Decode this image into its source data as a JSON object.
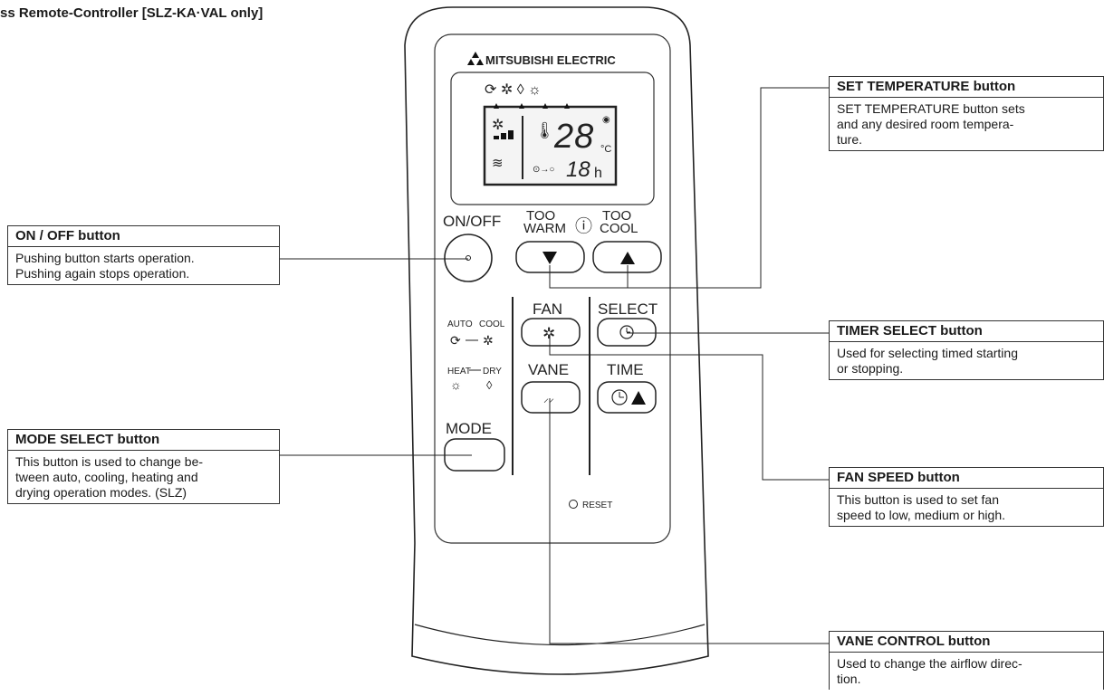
{
  "heading": "ss Remote-Controller [SLZ-KA·VAL only]",
  "remote": {
    "brand": "MITSUBISHI ELECTRIC",
    "lcd": {
      "temperature": "28",
      "unit": "°C",
      "timer": "18",
      "timer_unit": "h"
    },
    "labels": {
      "on_off": "ON/OFF",
      "too_warm": [
        "TOO",
        "WARM"
      ],
      "too_cool": [
        "TOO",
        "COOL"
      ],
      "fan": "FAN",
      "select": "SELECT",
      "vane": "VANE",
      "time": "TIME",
      "mode": "MODE",
      "auto": "AUTO",
      "cool": "COOL",
      "heat": "HEAT",
      "dry": "DRY",
      "reset": "RESET"
    }
  },
  "callouts": {
    "on_off": {
      "title": "ON / OFF button",
      "lines": [
        "Pushing button starts operation.",
        "Pushing again stops operation."
      ]
    },
    "mode_select": {
      "title": "MODE SELECT button",
      "lines": [
        "This button is used to change be-",
        "tween auto, cooling, heating and",
        "drying operation modes. (SLZ)"
      ]
    },
    "set_temperature": {
      "title": "SET TEMPERATURE button",
      "lines": [
        "SET TEMPERATURE button sets",
        "and any desired room tempera-",
        "ture."
      ]
    },
    "timer_select": {
      "title": "TIMER SELECT button",
      "lines": [
        "Used for selecting timed starting",
        "or stopping."
      ]
    },
    "fan_speed": {
      "title": "FAN SPEED button",
      "lines": [
        "This button is used to set fan",
        "speed to low, medium or high."
      ]
    },
    "vane_control": {
      "title": "VANE CONTROL button",
      "lines": [
        "Used to change the airflow direc-",
        "tion."
      ]
    }
  },
  "colors": {
    "line": "#333333",
    "lcd_bg": "#f4f4f4"
  }
}
